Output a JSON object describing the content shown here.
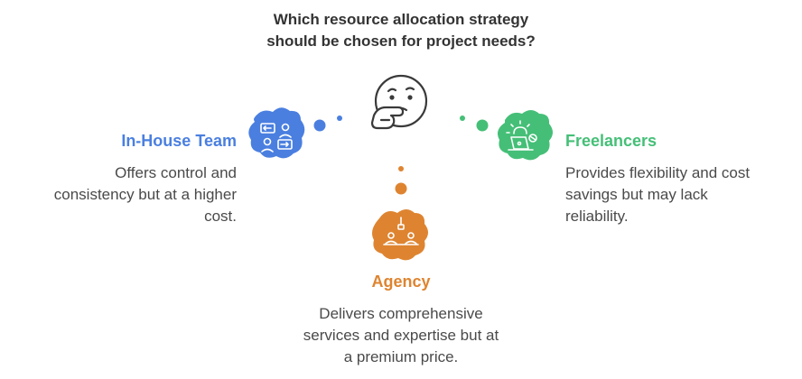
{
  "question": {
    "line1": "Which resource allocation strategy",
    "line2": "should be chosen for project needs?"
  },
  "options": {
    "in_house": {
      "title": "In-House Team",
      "desc_lines": [
        "Offers control and",
        "consistency but at a higher",
        "cost."
      ],
      "color": "#4a7fe0",
      "icon": "team-exchange-icon"
    },
    "freelancers": {
      "title": "Freelancers",
      "desc_lines": [
        "Provides flexibility and cost",
        "savings but may lack",
        "reliability."
      ],
      "color": "#45bf77",
      "icon": "freelancer-laptop-icon"
    },
    "agency": {
      "title": "Agency",
      "desc_lines": [
        "Delivers comprehensive",
        "services and expertise but at",
        "a premium price."
      ],
      "color": "#de8430",
      "icon": "agency-meeting-icon"
    }
  },
  "center_icon": "thinking-face-icon",
  "text_color": "#4a4a4a",
  "question_color": "#333333"
}
